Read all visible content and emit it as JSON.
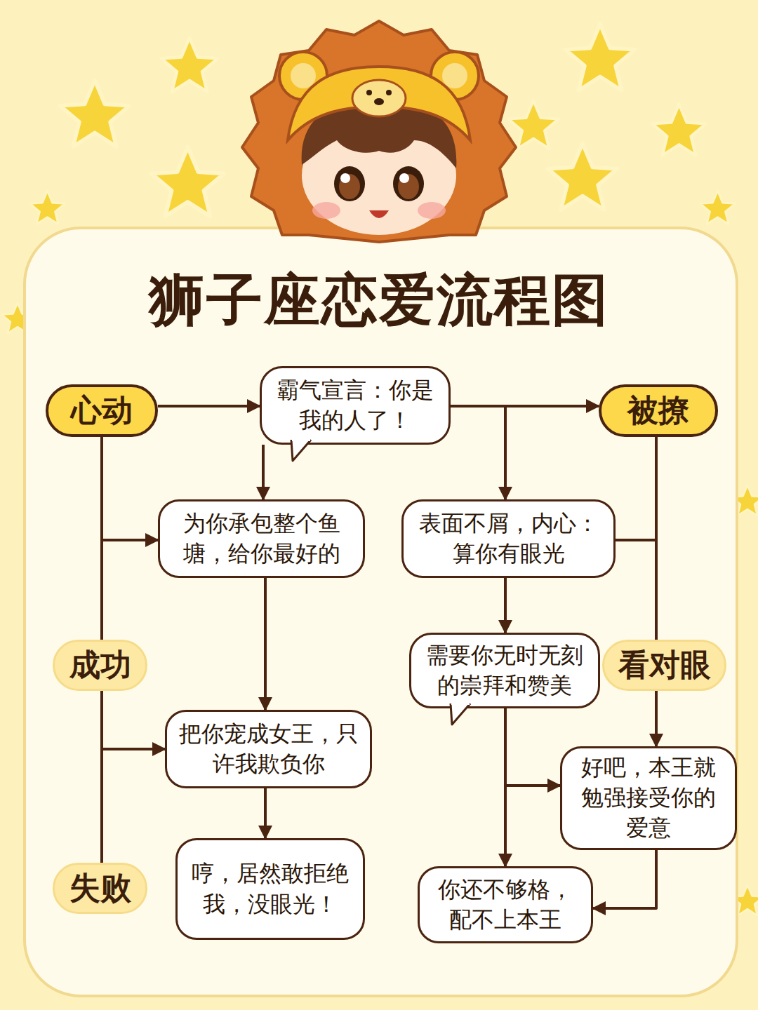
{
  "diagram": {
    "title": "狮子座恋爱流程图",
    "nodes": [
      {
        "text": [
          "心动"
        ]
      },
      {
        "text": [
          "霸气宣言：你是我的人了！"
        ]
      },
      {
        "text": [
          "被撩"
        ]
      },
      {
        "text": [
          "为你承包整个鱼塘，给你最好的"
        ]
      },
      {
        "text": [
          "表面不屑，内心：算你有眼光"
        ]
      },
      {
        "text": [
          "成功"
        ]
      },
      {
        "text": [
          "需要你无时无刻的崇拜和赞美"
        ]
      },
      {
        "text": [
          "看对眼"
        ]
      },
      {
        "text": [
          "把你宠成女王，只许我欺负你"
        ]
      },
      {
        "text": [
          "好吧，本王就勉强接受你的爱意"
        ]
      },
      {
        "text": [
          "失败"
        ]
      },
      {
        "text": [
          "哼，居然敢拒绝我，没眼光！"
        ]
      },
      {
        "text": [
          "你还不够格，配不上本王"
        ]
      }
    ],
    "edges": [
      {
        "from": 0,
        "to": 1,
        "arrow": "to"
      },
      {
        "from": 1,
        "to": 2,
        "arrow": "to"
      },
      {
        "from": 1,
        "to": 3,
        "arrow": "to"
      },
      {
        "from": 1,
        "to": 4,
        "arrow": "to"
      },
      {
        "from": 0,
        "to": 3,
        "arrow": "to"
      },
      {
        "from": 0,
        "to": 5,
        "arrow": "none"
      },
      {
        "from": 5,
        "to": 8,
        "arrow": "to"
      },
      {
        "from": 5,
        "to": 10,
        "arrow": "none"
      },
      {
        "from": 3,
        "to": 8,
        "arrow": "to"
      },
      {
        "from": 8,
        "to": 11,
        "arrow": "to"
      },
      {
        "from": 4,
        "to": 6,
        "arrow": "to"
      },
      {
        "from": 6,
        "to": 12,
        "arrow": "to"
      },
      {
        "from": 6,
        "to": 9,
        "arrow": "to"
      },
      {
        "from": 2,
        "to": 4,
        "arrow": "none"
      },
      {
        "from": 2,
        "to": 7,
        "arrow": "none"
      },
      {
        "from": 7,
        "to": 9,
        "arrow": "to"
      },
      {
        "from": 9,
        "to": 12,
        "arrow": "to"
      }
    ]
  }
}
